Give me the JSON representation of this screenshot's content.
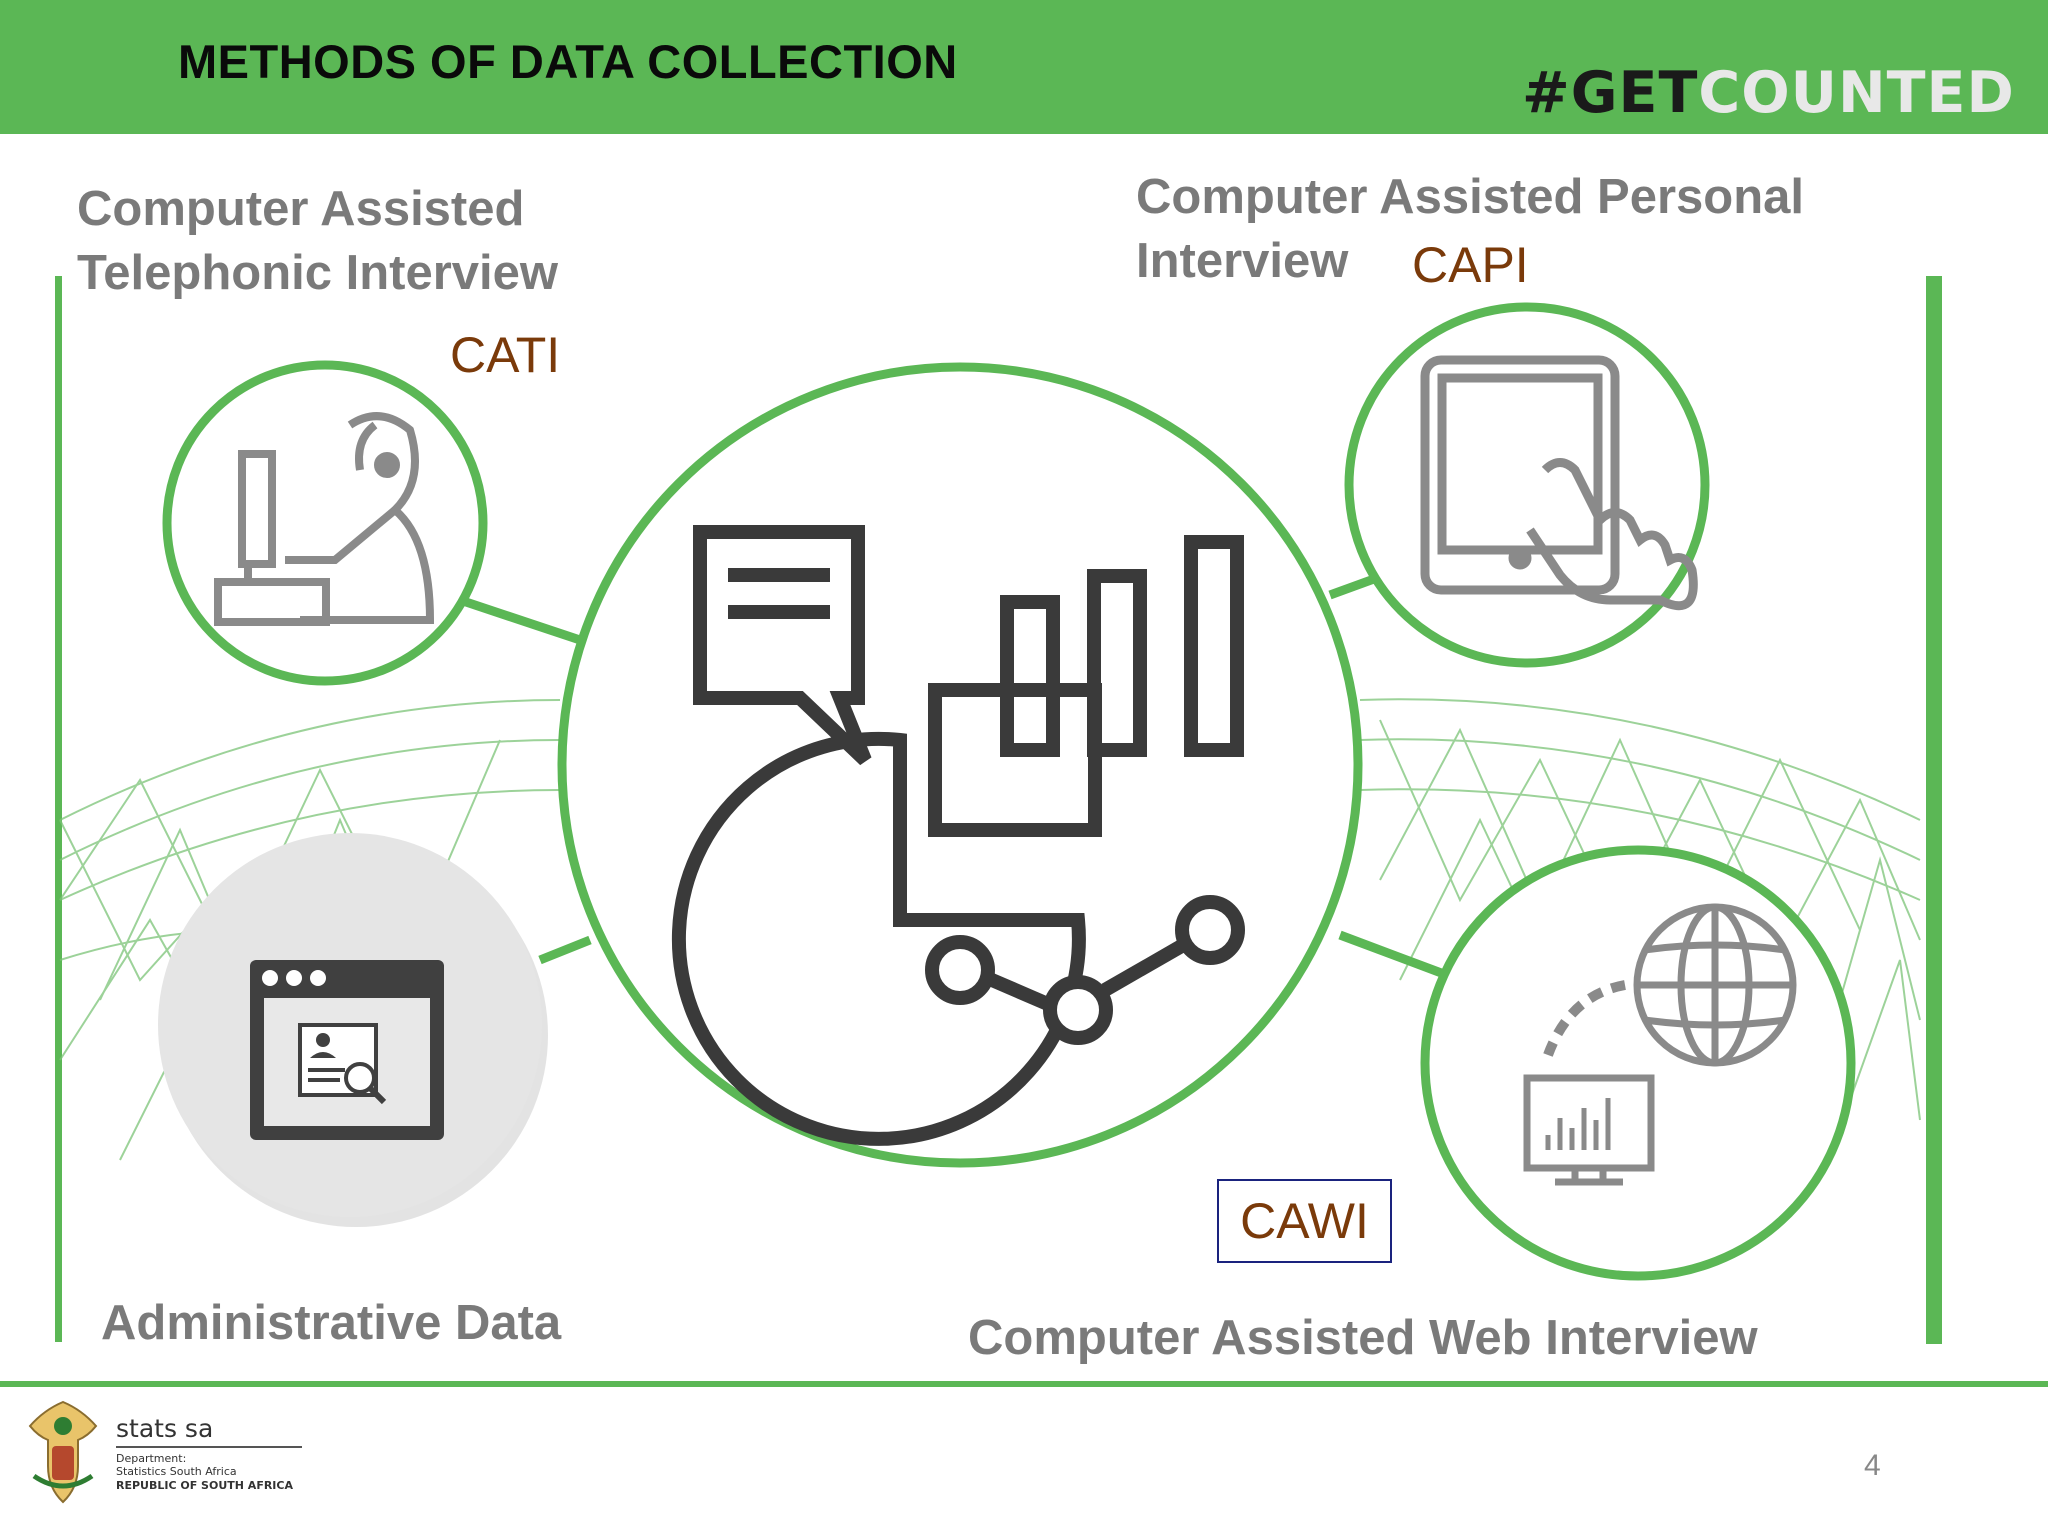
{
  "header": {
    "title": "METHODS OF DATA COLLECTION",
    "hashtag_prefix": "#GET",
    "hashtag_suffix": "COUNTED"
  },
  "methods": {
    "cati": {
      "name_line1": "Computer Assisted",
      "name_line2": "Telephonic Interview",
      "code": "CATI"
    },
    "capi": {
      "name_line1": "Computer Assisted Personal",
      "name_line2": "Interview",
      "code": "CAPI"
    },
    "cawi": {
      "name": "Computer Assisted Web Interview",
      "code": "CAWI"
    },
    "admin": {
      "name": "Administrative Data"
    }
  },
  "footer": {
    "org": "stats sa",
    "dept_line1": "Department:",
    "dept_line2": "Statistics South Africa",
    "dept_line3": "REPUBLIC OF SOUTH AFRICA",
    "page_number": "4"
  },
  "colors": {
    "brand_green": "#5bb755",
    "label_grey": "#7a7a7a",
    "code_brown": "#7a3a0a",
    "icon_dark": "#3a3a3a"
  }
}
